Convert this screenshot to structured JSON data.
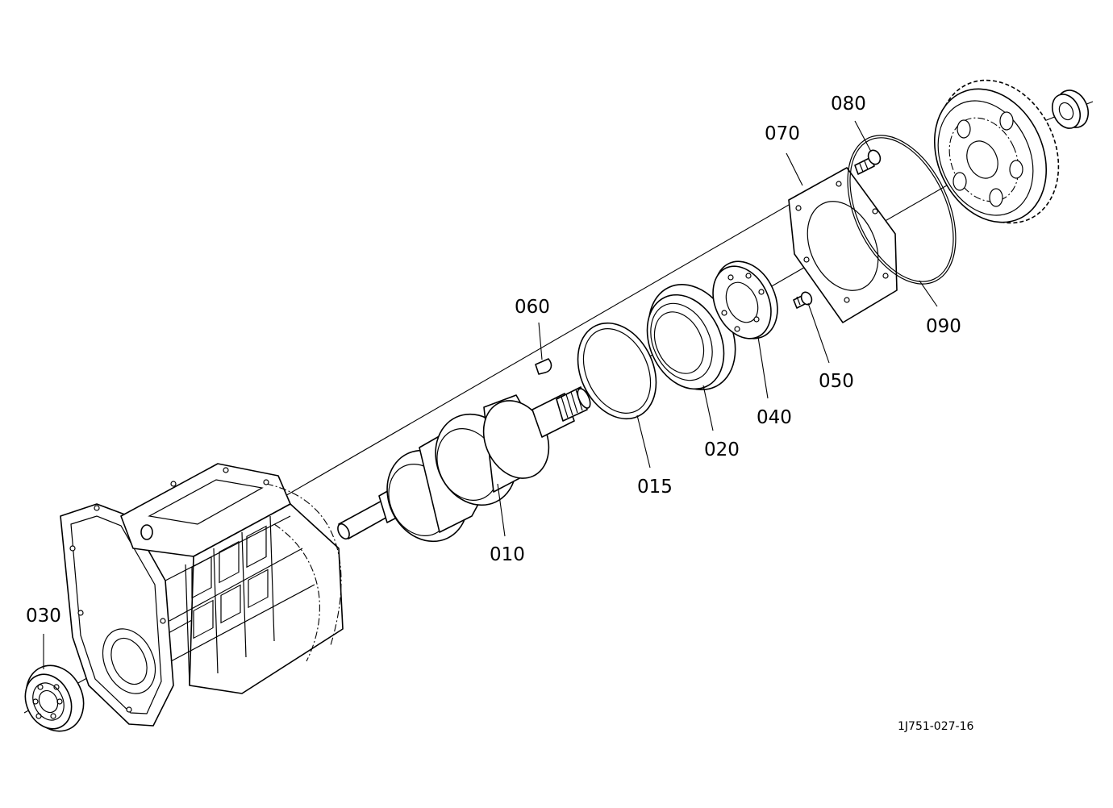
{
  "callouts": {
    "p010": "010",
    "p015": "015",
    "p020": "020",
    "p030": "030",
    "p040": "040",
    "p050": "050",
    "p060": "060",
    "p070": "070",
    "p080": "080",
    "p090": "090"
  },
  "reference_code": "1J751-027-16"
}
